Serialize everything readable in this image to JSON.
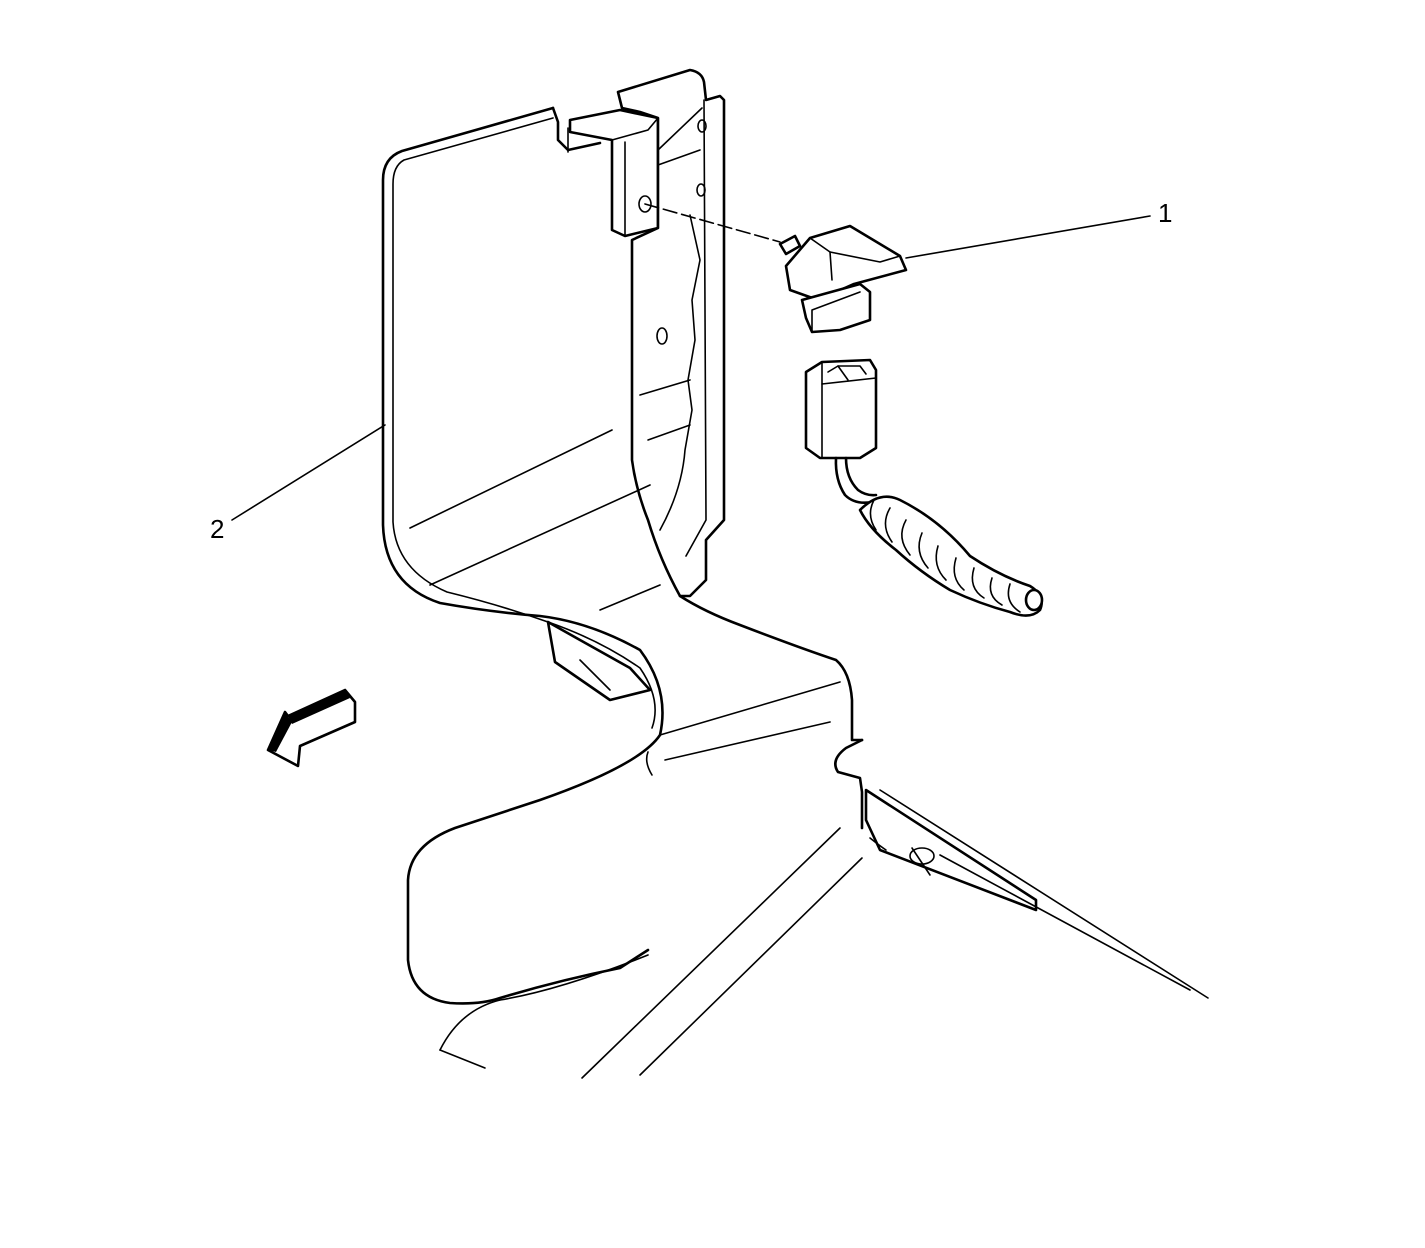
{
  "callouts": [
    {
      "id": "1",
      "label": "1"
    },
    {
      "id": "2",
      "label": "2"
    }
  ],
  "icons": {
    "forward_arrow": "forward-direction-arrow-icon"
  },
  "colors": {
    "line": "#000000",
    "background": "#ffffff"
  }
}
